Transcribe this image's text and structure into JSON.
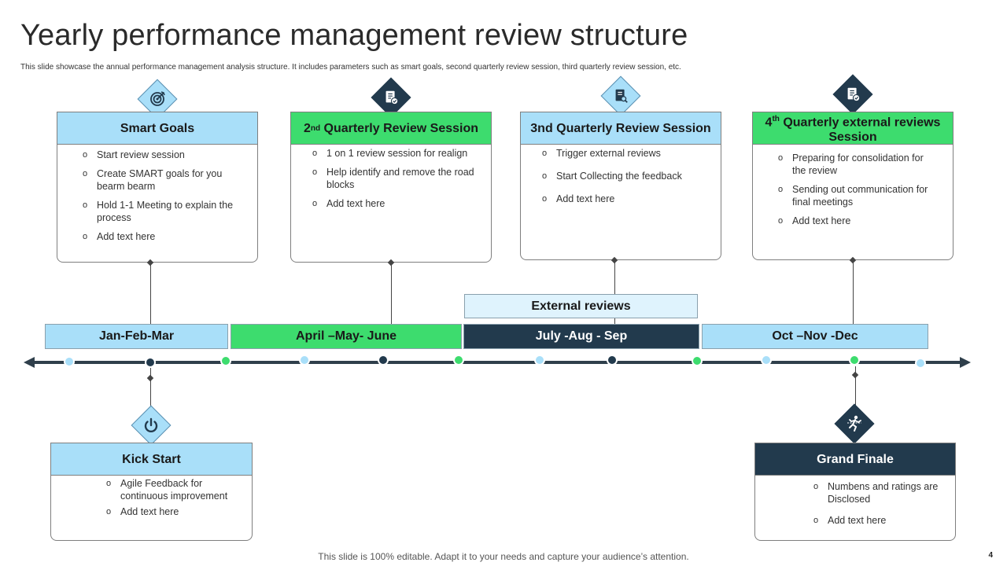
{
  "slide": {
    "title": "Yearly performance management review structure",
    "subtitle": "This slide showcase the annual performance management analysis structure. It includes parameters such as smart goals,  second quarterly review session,  third quarterly review session, etc.",
    "footer": "This slide is 100% editable. Adapt it to your needs and capture your audience’s attention.",
    "page_number": "4"
  },
  "cards": {
    "smart_goals": {
      "title": "Smart Goals",
      "icon": "target-icon",
      "items": [
        "Start review  session",
        "Create SMART goals for you bearm bearm",
        "Hold 1-1 Meeting to explain the process",
        "Add text here"
      ]
    },
    "q2": {
      "title_prefix": "2",
      "title_sup": "nd",
      "title_rest": " Quarterly Review Session",
      "icon": "document-check-icon",
      "items": [
        "1 on 1 review  session for realign",
        "Help identify and remove  the road blocks",
        "Add text here"
      ]
    },
    "q3": {
      "title": "3nd Quarterly Review Session",
      "icon": "document-search-icon",
      "items": [
        "Trigger  external reviews",
        "Start Collecting the feedback",
        "Add text here"
      ]
    },
    "q4": {
      "title_prefix": "4",
      "title_sup": "th",
      "title_rest": " Quarterly external reviews Session",
      "icon": "document-check-icon",
      "items": [
        "Preparing for consolidation  for the review",
        "Sending out communication for final meetings",
        "Add text here"
      ]
    },
    "kick_start": {
      "title": "Kick Start",
      "icon": "power-icon",
      "items": [
        "Agile Feedback for continuous improvement",
        "Add text here"
      ]
    },
    "grand_finale": {
      "title": "Grand Finale",
      "icon": "finish-line-icon",
      "items": [
        "Numbens and ratings are Disclosed",
        "Add text here"
      ]
    }
  },
  "periods": [
    "Jan-Feb-Mar",
    "April –May- June",
    "July -Aug - Sep",
    "Oct –Nov -Dec"
  ],
  "external_reviews": "External reviews",
  "colors": {
    "light_blue": "#a9dff9",
    "green": "#3ddc6e",
    "dark_navy": "#223a4d",
    "pale_blue": "#dff3fd"
  }
}
